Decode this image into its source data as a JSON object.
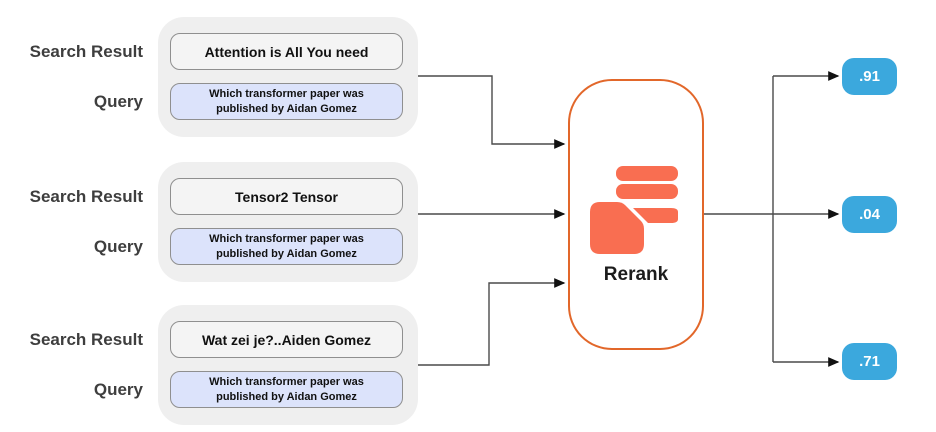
{
  "diagram": {
    "groups": [
      {
        "search_result_label": "Search Result",
        "query_label": "Query",
        "result_title": "Attention is All You need",
        "query_text": "Which transformer paper was published by Aidan Gomez",
        "score": ".91"
      },
      {
        "search_result_label": "Search Result",
        "query_label": "Query",
        "result_title": "Tensor2 Tensor",
        "query_text": "Which transformer paper was published by Aidan Gomez",
        "score": ".04"
      },
      {
        "search_result_label": "Search Result",
        "query_label": "Query",
        "result_title": "Wat zei je?..Aiden Gomez",
        "query_text": "Which transformer paper was published by Aidan Gomez",
        "score": ".71"
      }
    ],
    "rerank": {
      "label": "Rerank"
    },
    "colors": {
      "rerank_border_orange": "#e2672a",
      "rerank_icon_coral": "#f96e51",
      "score_badge_blue": "#3ba8dd",
      "query_box_lavender": "#dce3fb",
      "result_box_gray": "#f4f4f4",
      "group_container_gray": "#efefef",
      "connector_line": "#4a4a4a",
      "label_text": "#3e3e3e"
    }
  }
}
